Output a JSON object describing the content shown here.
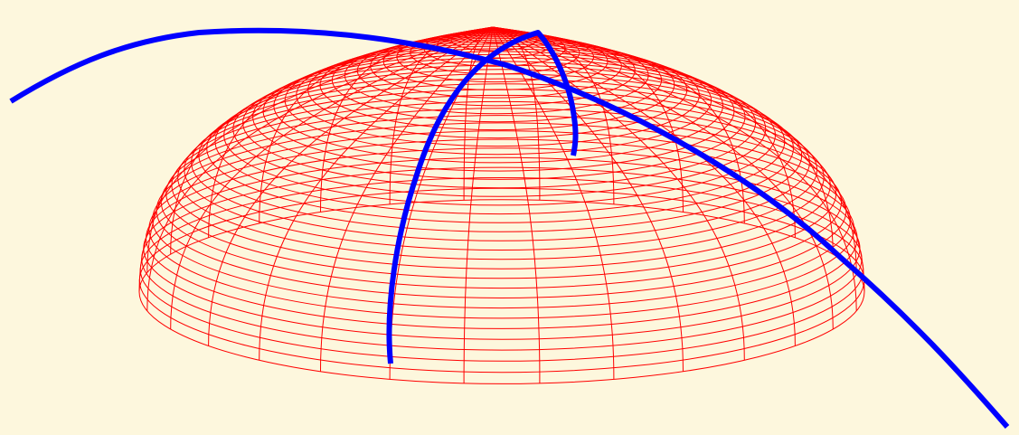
{
  "colors": {
    "background": "#FDF7DD",
    "mesh": "#FF0000",
    "curve": "#0000FF"
  },
  "scene": {
    "surface": "ellipsoid-dome-wireframe",
    "curves": [
      "long-arc-curve",
      "meridian-arc-curve"
    ]
  }
}
